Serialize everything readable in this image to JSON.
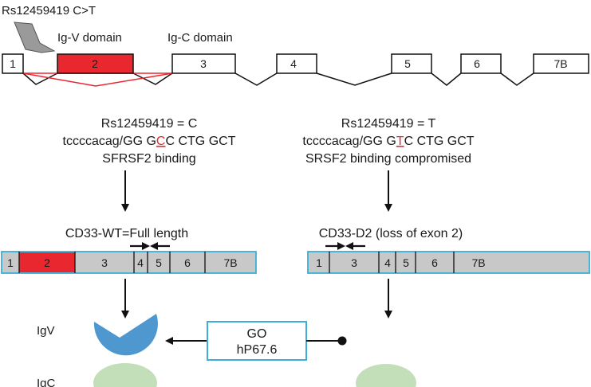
{
  "snp_label": "Rs12459419 C>T",
  "domain_labels": {
    "igv": "Ig-V domain",
    "igc": "Ig-C domain"
  },
  "gene_exons": [
    "1",
    "2",
    "3",
    "4",
    "5",
    "6",
    "7B"
  ],
  "wt_allele": {
    "title": "Rs12459419 = C",
    "seq_before": "tccccacag/GG G",
    "seq_snp": "C",
    "seq_after": "C CTG GCT",
    "binding": "SFRSF2 binding"
  },
  "mut_allele": {
    "title": "Rs12459419 = T",
    "seq_before": "tccccacag/GG G",
    "seq_snp": "T",
    "seq_after": "C CTG GCT",
    "binding": "SRSF2 binding compromised"
  },
  "wt_transcript": {
    "label": "CD33-WT=Full length",
    "exons": [
      "1",
      "2",
      "3",
      "4",
      "5",
      "6",
      "7B"
    ]
  },
  "d2_transcript": {
    "label": "CD33-D2 (loss of exon 2)",
    "exons": [
      "1",
      "3",
      "4",
      "5",
      "6",
      "7B"
    ]
  },
  "drug": {
    "line1": "GO",
    "line2": "hP67.6"
  },
  "protein_labels": {
    "igv": "IgV",
    "igc": "IgC"
  },
  "colors": {
    "exon2": "#e8282e",
    "transcript_fill": "#c8c8c8",
    "transcript_border": "#3ab0d8",
    "drug_border": "#3ab0d8",
    "igv_domain": "#4f97cf",
    "igc_domain": "#c3dfba",
    "snp_text": "#e8282e"
  }
}
